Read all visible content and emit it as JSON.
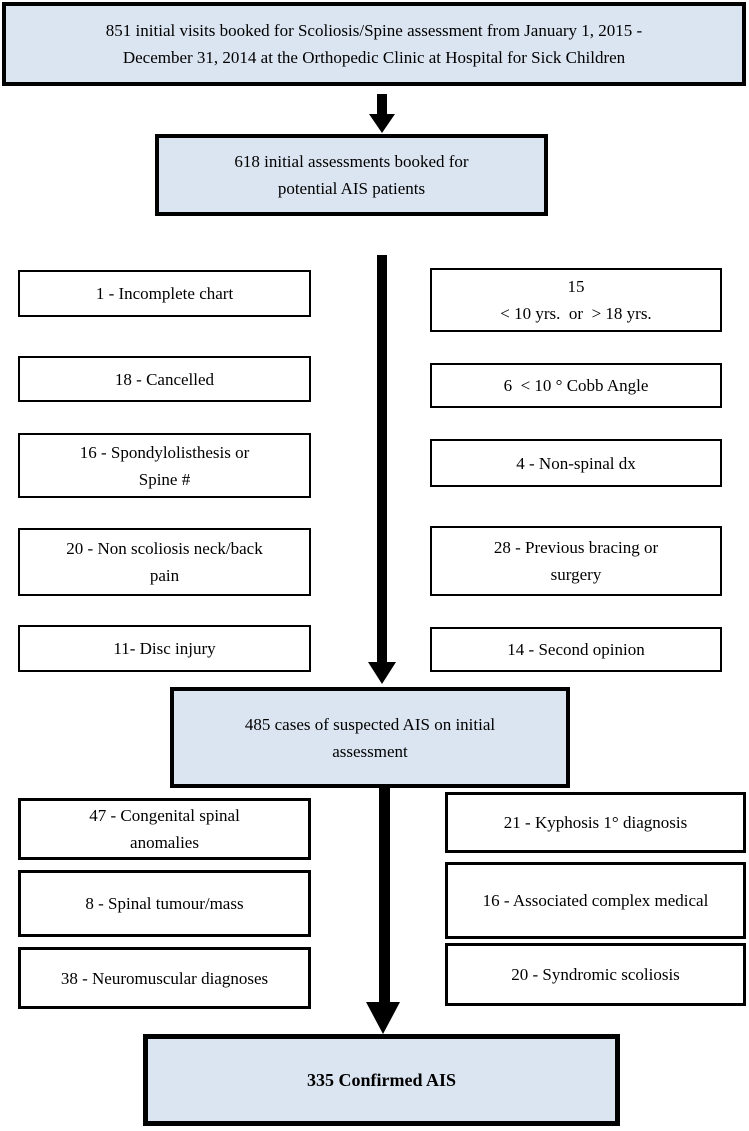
{
  "colors": {
    "flow_box_fill": "#dbe5f1",
    "box_border": "#000000",
    "exclusion_box_fill": "#ffffff"
  },
  "flow": {
    "initial_visits": {
      "count": 851,
      "label": "851 initial visits booked for Scoliosis/Spine assessment from January 1, 2015 -\nDecember 31, 2014 at the Orthopedic Clinic at Hospital for Sick Children"
    },
    "initial_assessments": {
      "count": 618,
      "label": "618 initial assessments booked for\npotential AIS patients"
    },
    "suspected_ais": {
      "count": 485,
      "label": "485 cases of suspected AIS on initial\nassessment"
    },
    "confirmed_ais": {
      "count": 335,
      "label": "335 Confirmed AIS"
    }
  },
  "exclusions_after_booking": {
    "left": [
      {
        "count": 1,
        "label": "1 - Incomplete chart"
      },
      {
        "count": 18,
        "label": "18 - Cancelled"
      },
      {
        "count": 16,
        "label": "16 - Spondylolisthesis or\nSpine #"
      },
      {
        "count": 20,
        "label": "20 - Non scoliosis neck/back\npain"
      },
      {
        "count": 11,
        "label": "11- Disc injury"
      }
    ],
    "right": [
      {
        "count": 15,
        "label": "15\n< 10 yrs.  or  > 18 yrs."
      },
      {
        "count": 6,
        "label": "6  < 10 ° Cobb Angle"
      },
      {
        "count": 4,
        "label": "4 - Non-spinal dx"
      },
      {
        "count": 28,
        "label": "28 - Previous bracing or\nsurgery"
      },
      {
        "count": 14,
        "label": "14 - Second opinion"
      }
    ]
  },
  "exclusions_after_initial_assessment": {
    "left": [
      {
        "count": 47,
        "label": "47 - Congenital spinal\nanomalies"
      },
      {
        "count": 8,
        "label": "8 - Spinal tumour/mass"
      },
      {
        "count": 38,
        "label": "38 - Neuromuscular diagnoses"
      }
    ],
    "right": [
      {
        "count": 21,
        "label": "21 - Kyphosis 1° diagnosis"
      },
      {
        "count": 16,
        "label": "16 - Associated complex medical"
      },
      {
        "count": 20,
        "label": "20 - Syndromic scoliosis"
      }
    ]
  }
}
